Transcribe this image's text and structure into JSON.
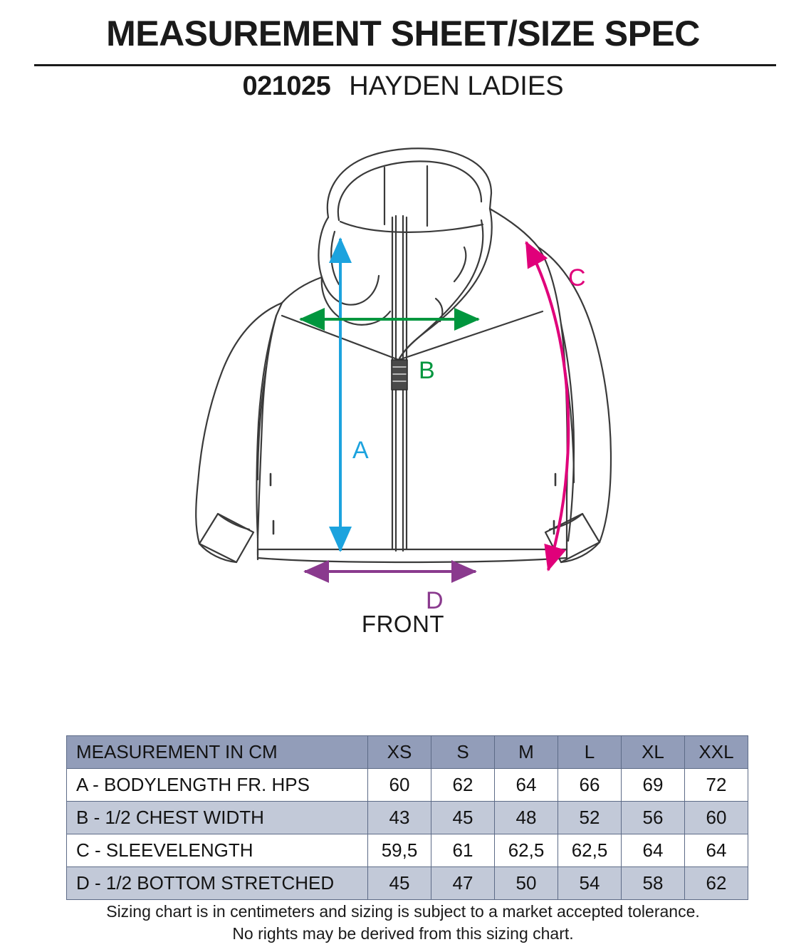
{
  "header": {
    "title": "MEASUREMENT SHEET/SIZE SPEC",
    "style_number": "021025",
    "style_name": "HAYDEN LADIES"
  },
  "illustration": {
    "view_caption": "FRONT",
    "garment": "hooded zip jacket technical flat",
    "callouts": [
      {
        "key": "A",
        "label": "A",
        "color": "#1CA3DE",
        "measure": "bodylength from HPS",
        "orientation": "vertical double arrow"
      },
      {
        "key": "B",
        "label": "B",
        "color": "#00963E",
        "measure": "half chest width",
        "orientation": "horizontal double arrow"
      },
      {
        "key": "C",
        "label": "C",
        "color": "#E0007A",
        "measure": "sleevelength",
        "orientation": "curved double arrow"
      },
      {
        "key": "D",
        "label": "D",
        "color": "#8A3A8E",
        "measure": "half bottom stretched",
        "orientation": "horizontal double arrow"
      }
    ]
  },
  "table": {
    "columns": [
      "MEASUREMENT IN CM",
      "XS",
      "S",
      "M",
      "L",
      "XL",
      "XXL"
    ],
    "rows": [
      {
        "label": "A - BODYLENGTH FR. HPS",
        "values": [
          "60",
          "62",
          "64",
          "66",
          "69",
          "72"
        ]
      },
      {
        "label": "B - 1/2 CHEST WIDTH",
        "values": [
          "43",
          "45",
          "48",
          "52",
          "56",
          "60"
        ]
      },
      {
        "label": "C - SLEEVELENGTH",
        "values": [
          "59,5",
          "61",
          "62,5",
          "62,5",
          "64",
          "64"
        ]
      },
      {
        "label": "D - 1/2 BOTTOM STRETCHED",
        "values": [
          "45",
          "47",
          "50",
          "54",
          "58",
          "62"
        ]
      }
    ]
  },
  "footer": {
    "line1": "Sizing chart is in centimeters and sizing is subject to a market accepted tolerance.",
    "line2": "No rights may be derived from this sizing chart."
  },
  "colors": {
    "table_header_bg": "#929db9",
    "table_alt_row_bg": "#c2c9d8",
    "table_border": "#5d6b87",
    "callout_a": "#1CA3DE",
    "callout_b": "#00963E",
    "callout_c": "#E0007A",
    "callout_d": "#8A3A8E",
    "garment_line": "#3a3a3a"
  }
}
